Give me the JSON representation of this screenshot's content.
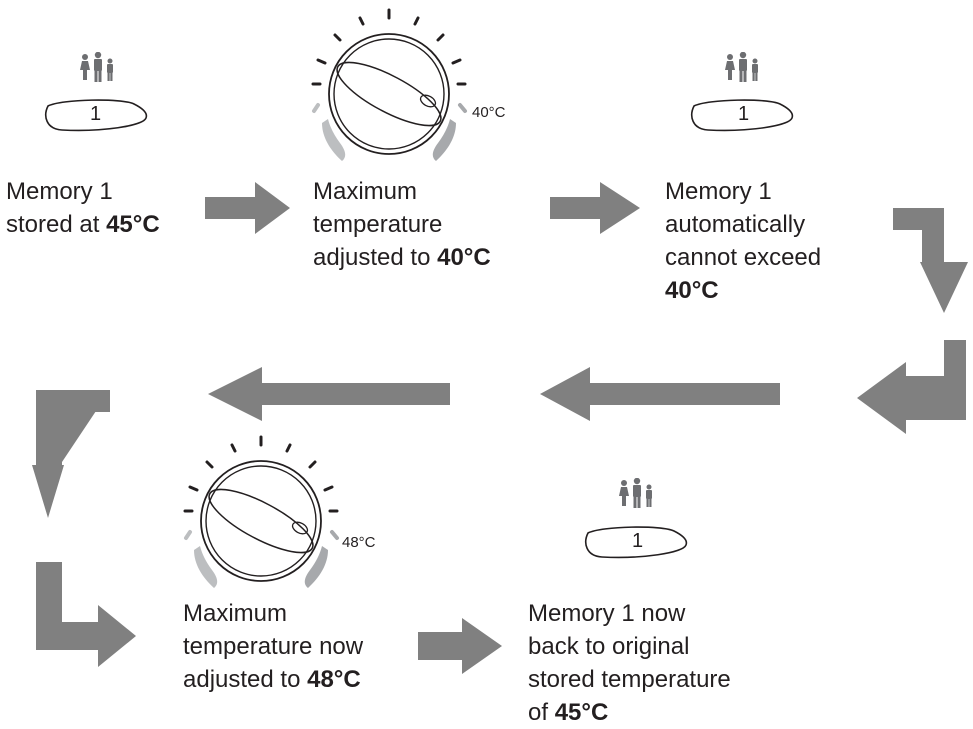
{
  "steps": [
    {
      "line1": "Memory 1",
      "line2": "stored at ",
      "bold": "45°C",
      "memory_number": "1"
    },
    {
      "line1": "Maximum",
      "line2": "temperature",
      "line3": "adjusted to ",
      "bold": "40°C",
      "dial_label": "40°C"
    },
    {
      "line1": "Memory 1",
      "line2": "automatically",
      "line3": "cannot exceed",
      "bold": "40°C",
      "memory_number": "1"
    },
    {
      "line1": "Maximum",
      "line2": "temperature now",
      "line3": "adjusted to ",
      "bold": "48°C",
      "dial_label": "48°C"
    },
    {
      "line1": "Memory 1 now",
      "line2": "back to original",
      "line3": "stored temperature",
      "line4": "of ",
      "bold": "45°C",
      "memory_number": "1"
    }
  ],
  "icons": [
    "family-icon",
    "memory-button-icon",
    "temperature-dial-icon",
    "arrow-icon"
  ],
  "colors": {
    "arrow": "#808080",
    "text": "#231f20",
    "dial_accent": "#a7a9ac",
    "dial_accent_light": "#bcbec0"
  }
}
